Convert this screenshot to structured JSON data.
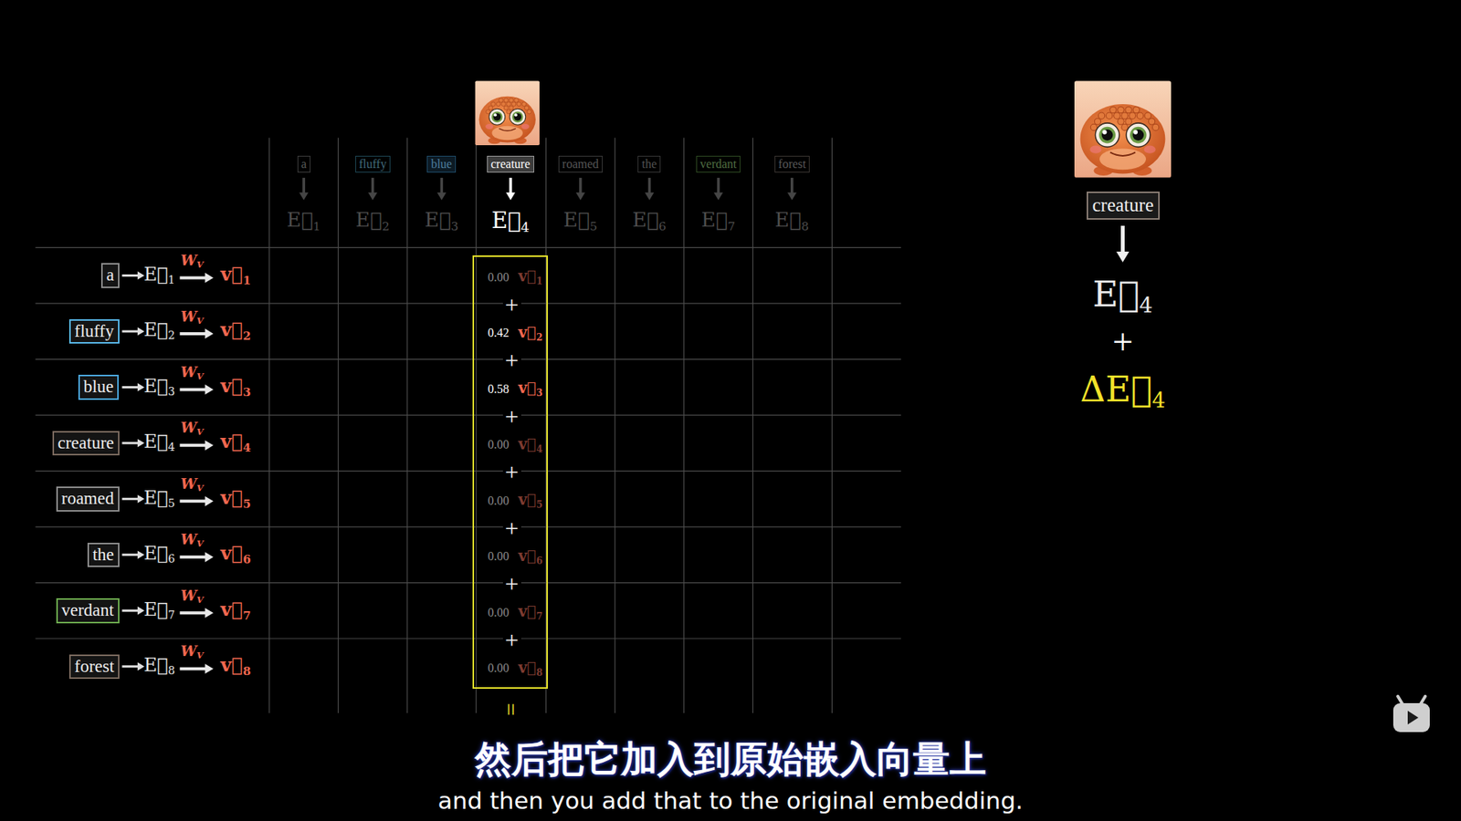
{
  "diagram": {
    "nodes": [
      {
        "text": [
          "a"
        ]
      },
      {
        "text": [
          "fluffy"
        ]
      },
      {
        "text": [
          "blue"
        ]
      },
      {
        "text": [
          "creature"
        ]
      },
      {
        "text": [
          "roamed"
        ]
      },
      {
        "text": [
          "the"
        ]
      },
      {
        "text": [
          "verdant"
        ]
      },
      {
        "text": [
          "forest"
        ]
      },
      {
        "text": [
          "a"
        ]
      },
      {
        "text": [
          "fluffy"
        ]
      },
      {
        "text": [
          "blue"
        ]
      },
      {
        "text": [
          "creature"
        ]
      },
      {
        "text": [
          "roamed"
        ]
      },
      {
        "text": [
          "the"
        ]
      },
      {
        "text": [
          "verdant"
        ]
      },
      {
        "text": [
          "forest"
        ]
      },
      {
        "text": [
          "0.00",
          "v⃗1",
          "+",
          "0.42",
          "v⃗2",
          "+",
          "0.58",
          "v⃗3",
          "+",
          "0.00",
          "v⃗4",
          "+",
          "0.00",
          "v⃗5",
          "+",
          "0.00",
          "v⃗6",
          "+",
          "0.00",
          "v⃗7",
          "+",
          "0.00",
          "v⃗8"
        ]
      },
      {
        "text": [
          "creature"
        ]
      }
    ],
    "labels": [
      "E⃗1",
      "E⃗2",
      "E⃗3",
      "E⃗4",
      "E⃗5",
      "E⃗6",
      "E⃗7",
      "E⃗8",
      "E⃗1",
      "WV",
      "v⃗1",
      "E⃗2",
      "WV",
      "v⃗2",
      "E⃗3",
      "WV",
      "v⃗3",
      "E⃗4",
      "WV",
      "v⃗4",
      "E⃗5",
      "WV",
      "v⃗5",
      "E⃗6",
      "WV",
      "v⃗6",
      "E⃗7",
      "WV",
      "v⃗7",
      "E⃗8",
      "WV",
      "v⃗8",
      "E⃗4",
      "+",
      "ΔE⃗4",
      "=",
      "然后把它加入到原始嵌入向量上",
      "and then you add that to the original embedding."
    ]
  }
}
